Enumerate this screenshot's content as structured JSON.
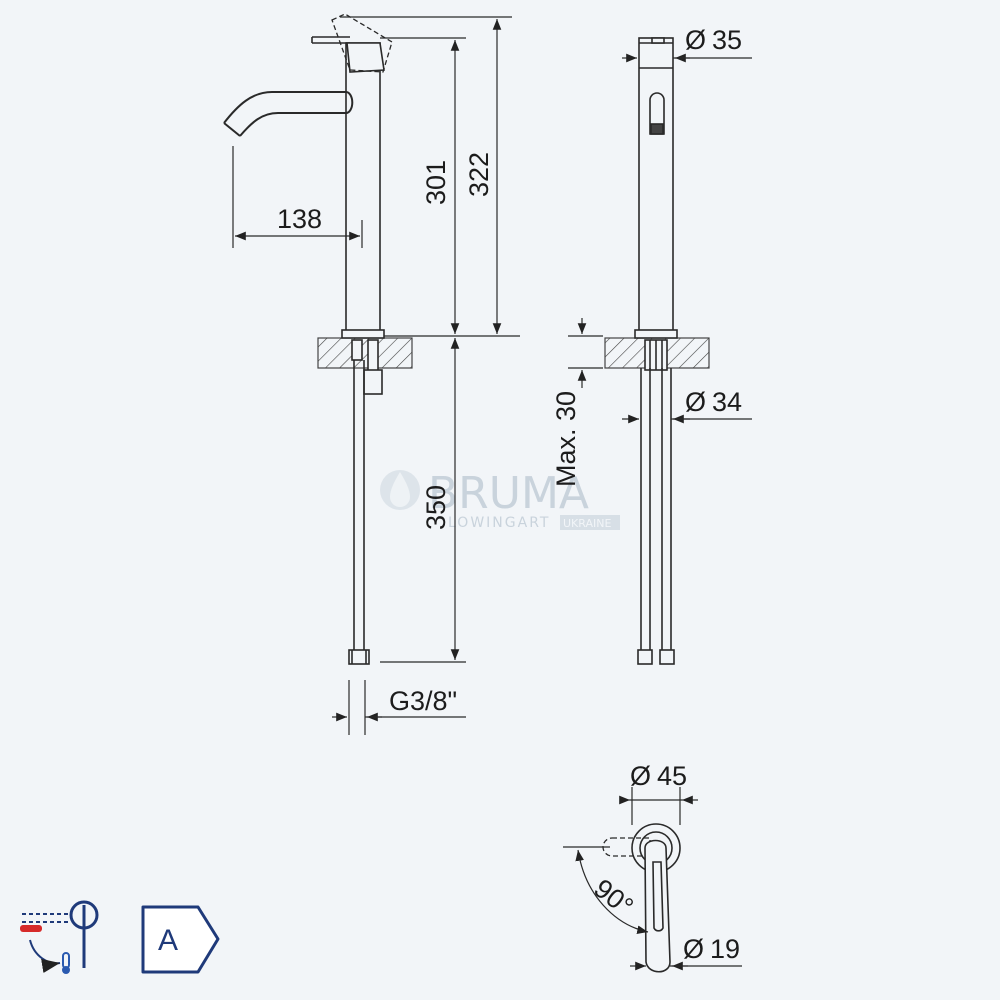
{
  "dimensions": {
    "spout_reach": "138",
    "body_height": "301",
    "total_height": "322",
    "hose_length": "350",
    "connection": "G3/8\"",
    "top_diameter": "35",
    "base_diameter": "34",
    "max_thickness": "Max. 30",
    "handle_diameter": "45",
    "base_small_diameter": "19",
    "rotation_angle": "90°"
  },
  "diameter_symbol": "Ø",
  "watermark": {
    "brand": "BRUMA",
    "sub1": "LOWINGART",
    "sub2": "UKRAINE"
  },
  "energy_class": "A",
  "icons": [
    "mixer-temperature-icon",
    "energy-class-badge-icon"
  ],
  "colors": {
    "background": "#f2f5f8",
    "line": "#2a2a2a",
    "badge": "#1f3a7a",
    "hot": "#d62a2a",
    "cold": "#2a5ab0",
    "watermark": "#c9d3dc"
  }
}
